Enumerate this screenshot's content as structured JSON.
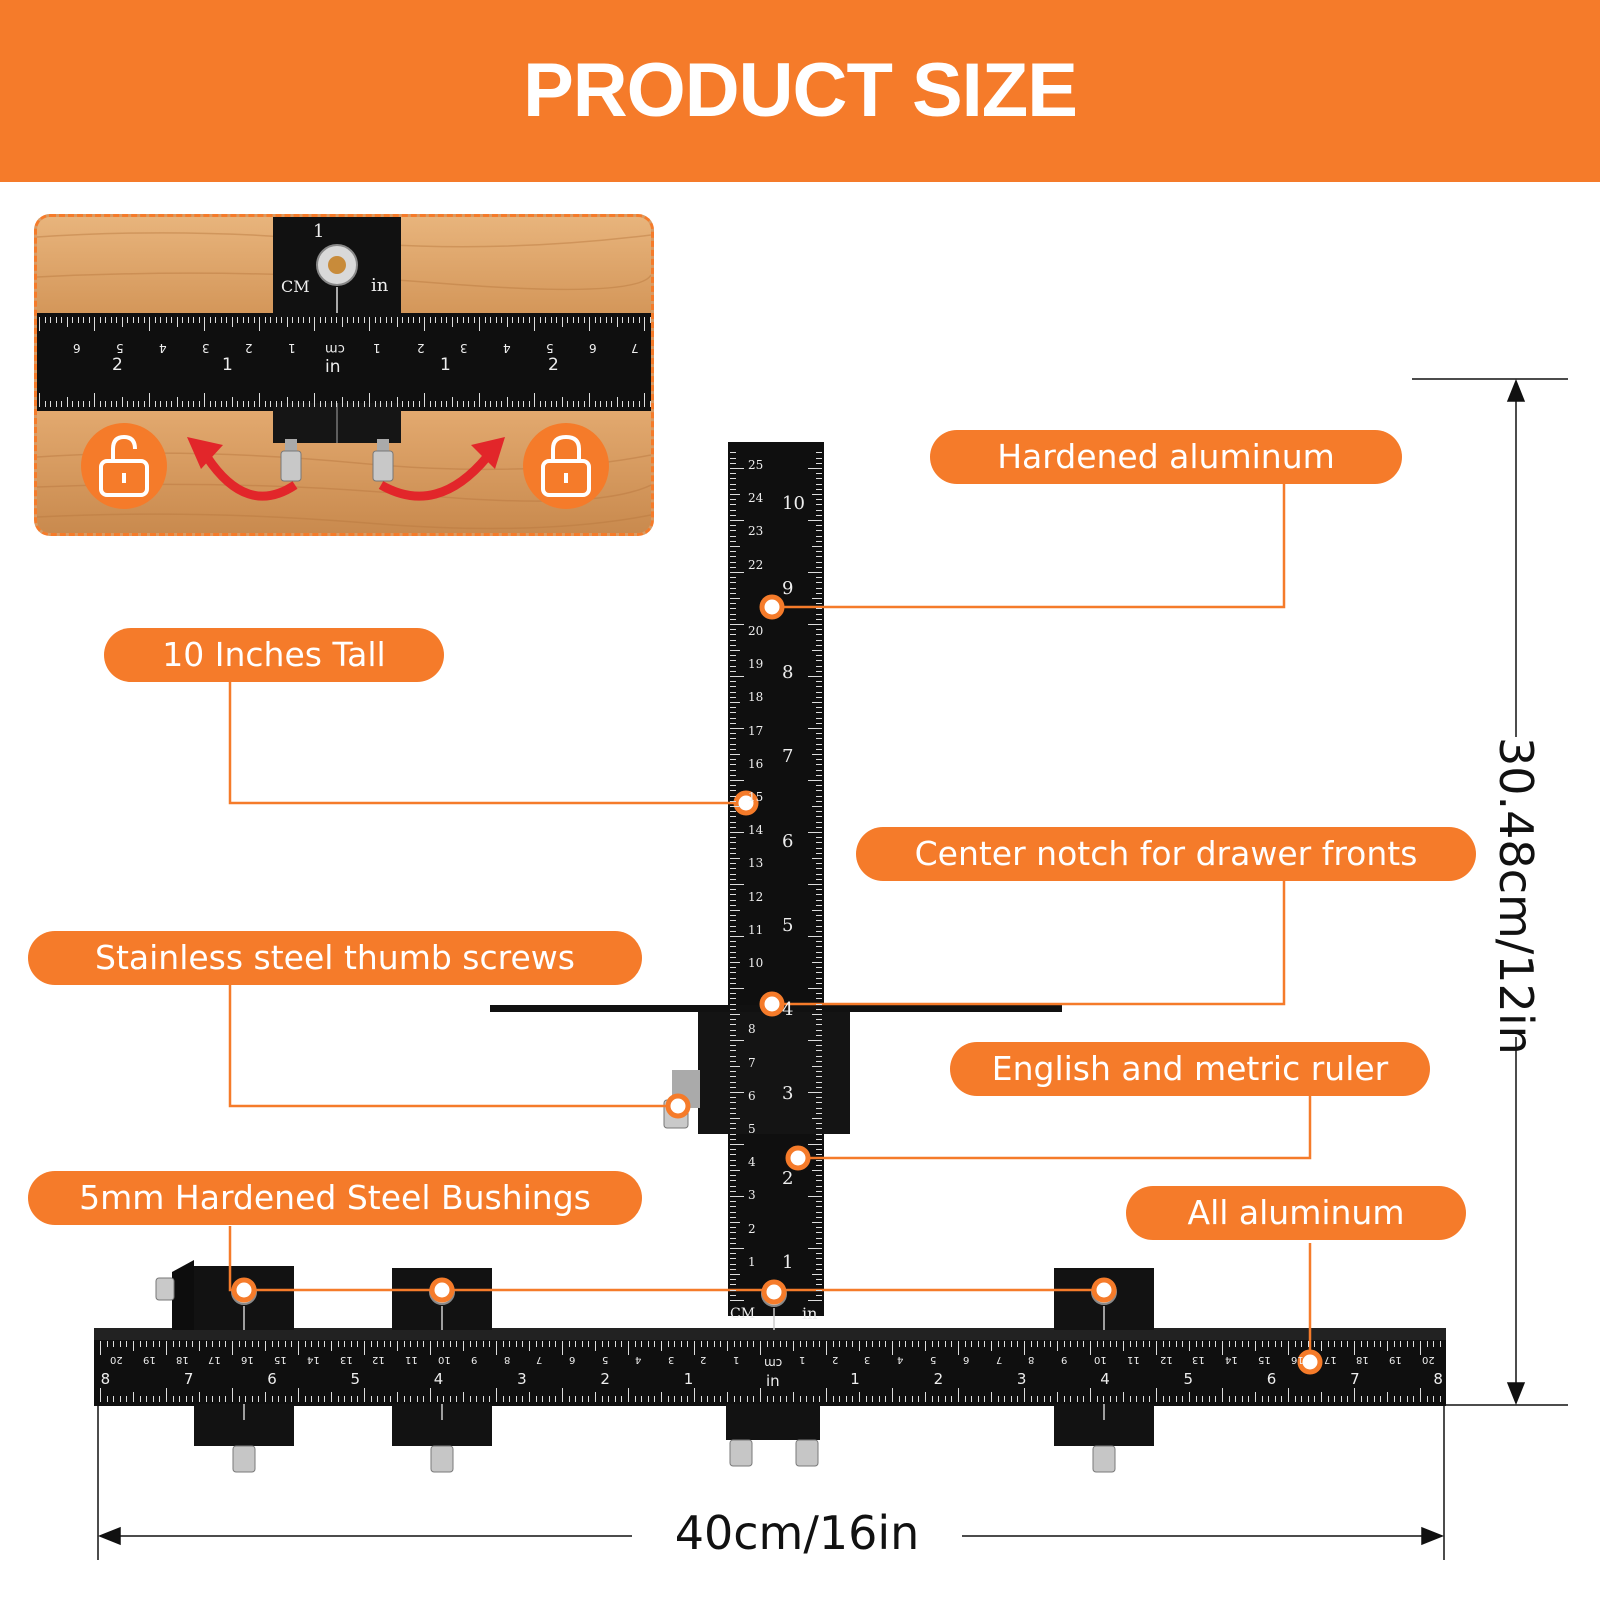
{
  "header": {
    "title": "PRODUCT SIZE",
    "color": "#f57b2a"
  },
  "inset": {
    "carriage_labels": {
      "cm": "CM",
      "in": "in",
      "number": "1"
    },
    "scale_cm_label": "cm",
    "scale_in_label": "in",
    "top_numbers": [
      "6",
      "5",
      "4",
      "3",
      "2",
      "1",
      "1",
      "2",
      "3",
      "4",
      "5",
      "6",
      "7"
    ],
    "bottom_numbers": [
      "2",
      "1",
      "1",
      "2"
    ],
    "left_lock_icon": "unlocked-padlock-icon",
    "right_lock_icon": "locked-padlock-icon"
  },
  "callouts": {
    "hardened_aluminum": "Hardened aluminum",
    "ten_inches_tall": "10 Inches Tall",
    "center_notch": "Center notch for drawer fronts",
    "thumb_screws": "Stainless steel thumb screws",
    "english_metric": "English and metric ruler",
    "bushings": "5mm Hardened Steel Bushings",
    "all_aluminum": "All aluminum"
  },
  "dimensions": {
    "height": "30.48cm/12in",
    "width": "40cm/16in"
  },
  "vertical_ruler": {
    "inch_labels": [
      "1",
      "2",
      "3",
      "4",
      "5",
      "6",
      "7",
      "8",
      "9",
      "10"
    ],
    "cm_labels": [
      "1",
      "2",
      "3",
      "4",
      "5",
      "6",
      "7",
      "8",
      "10",
      "11",
      "12",
      "13",
      "14",
      "15",
      "16",
      "17",
      "18",
      "19",
      "20",
      "22",
      "23",
      "24",
      "25"
    ],
    "carriage_cm": "CM",
    "carriage_in": "in"
  },
  "horizontal_ruler": {
    "center_cm": "cm",
    "center_in": "in",
    "inch_labels_left": [
      "8",
      "7",
      "6",
      "5",
      "4",
      "3",
      "2",
      "1"
    ],
    "inch_labels_right": [
      "1",
      "2",
      "3",
      "4",
      "5",
      "6",
      "7",
      "8"
    ],
    "cm_labels_left": [
      "20",
      "19",
      "18",
      "17",
      "16",
      "15",
      "14",
      "13",
      "12",
      "11",
      "10",
      "9",
      "8",
      "7",
      "6",
      "5",
      "4",
      "3",
      "2",
      "1"
    ],
    "cm_labels_right": [
      "1",
      "2",
      "3",
      "4",
      "5",
      "6",
      "7",
      "8",
      "9",
      "10",
      "11",
      "12",
      "13",
      "14",
      "15",
      "16",
      "17",
      "18",
      "19",
      "20"
    ]
  }
}
